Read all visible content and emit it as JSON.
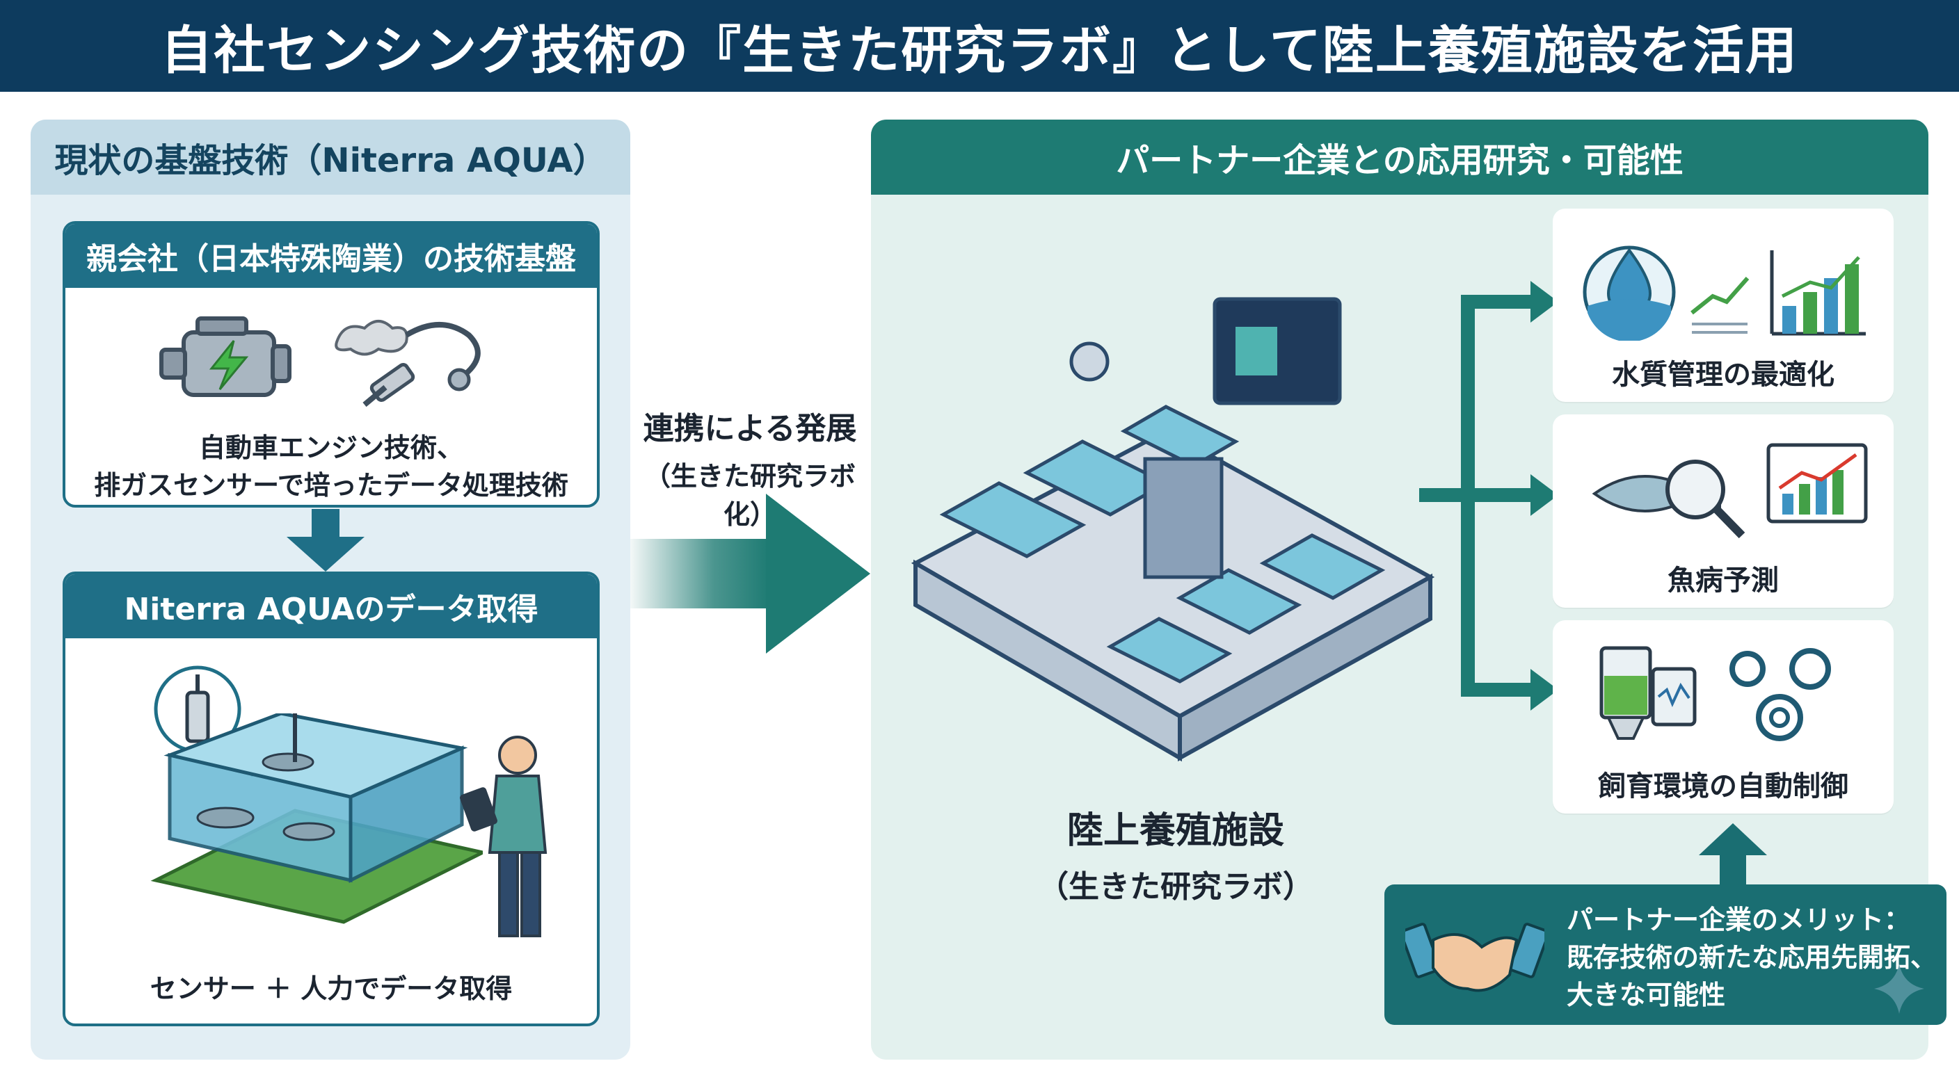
{
  "title": "自社センシング技術の『生きた研究ラボ』として陸上養殖施設を活用",
  "colors": {
    "navy": "#0d3b5e",
    "teal": "#1e7b73",
    "blue": "#1f6f87",
    "light_blue": "#e2eef4",
    "light_green": "#e3f1ee"
  },
  "left_panel": {
    "header": "現状の基盤技術（Niterra AQUA）",
    "parent_box": {
      "header": "親会社（日本特殊陶業）の技術基盤",
      "caption_line1": "自動車エンジン技術、",
      "caption_line2": "排ガスセンサーで培ったデータ処理技術",
      "icons": [
        "engine-icon",
        "exhaust-sensor-icon"
      ]
    },
    "aqua_box": {
      "header": "Niterra AQUAのデータ取得",
      "caption": "センサー ＋ 人力でデータ取得",
      "icons": [
        "sensor-probe-icon",
        "fish-tank-icon",
        "worker-with-tablet-icon"
      ]
    }
  },
  "center": {
    "line1": "連携による発展",
    "line2": "（生きた研究ラボ化）"
  },
  "right_panel": {
    "header": "パートナー企業との応用研究・可能性",
    "facility_line1": "陸上養殖施設",
    "facility_line2": "（生きた研究ラボ）",
    "cards": [
      {
        "label": "水質管理の最適化",
        "icons": [
          "water-drop-icon",
          "line-chart-icon",
          "bar-chart-icon"
        ]
      },
      {
        "label": "魚病予測",
        "icons": [
          "fish-icon",
          "magnifier-icon",
          "trend-chart-icon"
        ]
      },
      {
        "label": "飼育環境の自動制御",
        "icons": [
          "feeder-icon",
          "control-panel-icon",
          "gears-icon"
        ]
      }
    ],
    "merit": {
      "line1": "パートナー企業のメリット：",
      "line2": "既存技術の新たな応用先開拓、",
      "line3": "大きな可能性",
      "icons": [
        "handshake-icon",
        "sparkle-icon"
      ]
    }
  }
}
